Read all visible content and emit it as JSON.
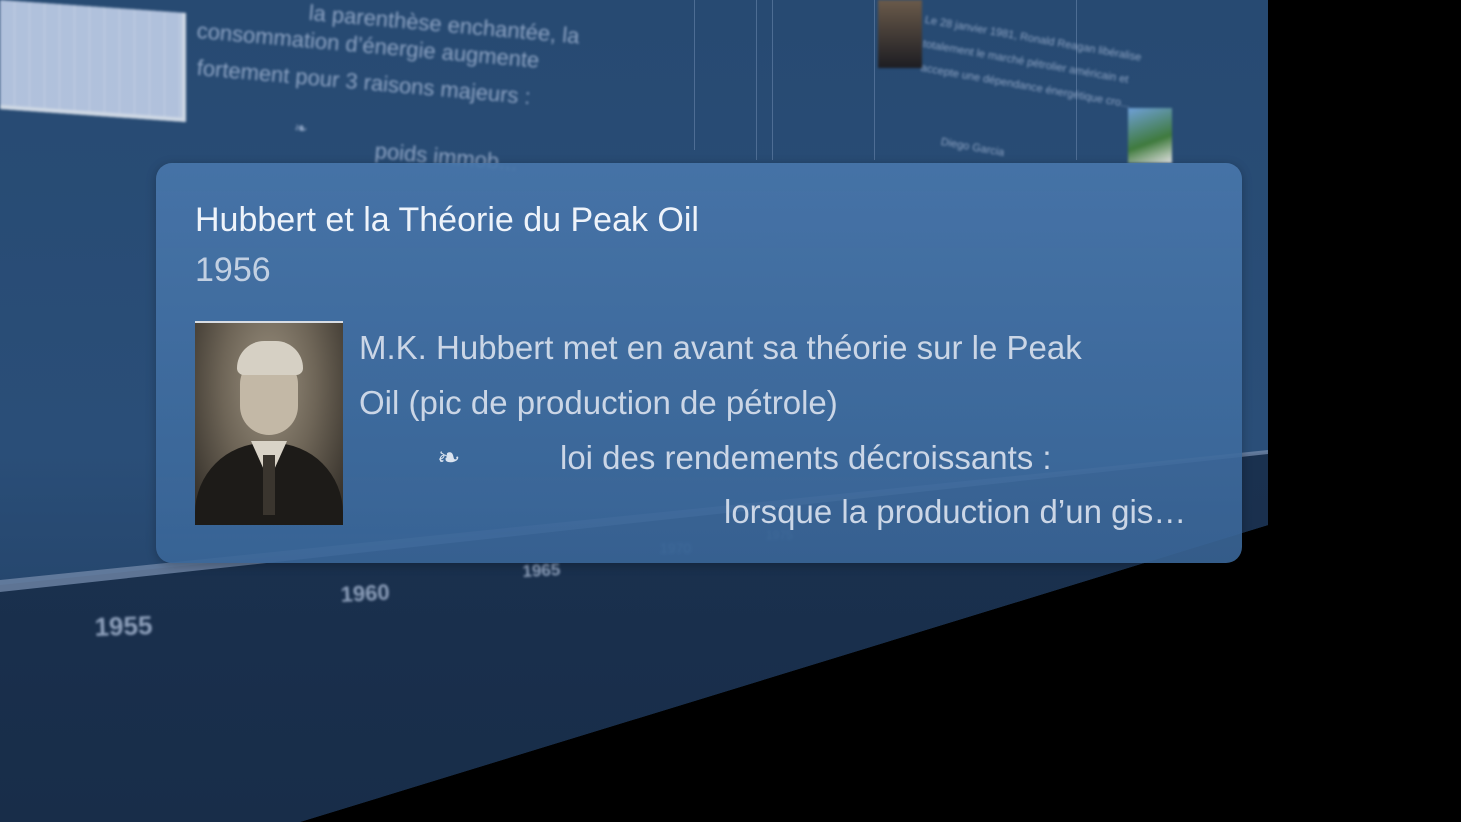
{
  "event": {
    "title": "Hubbert et la Théorie du Peak Oil",
    "year": "1956",
    "portrait_alt": "M.K. Hubbert",
    "description": {
      "line1": "M.K. Hubbert met en avant sa théorie sur le Peak",
      "line2": "Oil (pic de production de pétrole)",
      "bullet_glyph": "❧",
      "bullet_text": "loi des rendements décroissants :",
      "line4": "lorsque la production d’un gis…"
    }
  },
  "background": {
    "text_lines": [
      "la parenthèse enchantée, la",
      "consommation d’énergie augmente",
      "fortement pour 3 raisons majeurs :",
      "poids immob..."
    ],
    "bullet_glyph": "❧",
    "right_card_text": [
      "Le 28 janvier 1981, Ronald Reagan libéralise",
      "totalement le marché pétrolier américain et",
      "accepte une dépendance énergétique cro..."
    ],
    "right_card_label": "Diego Garcia",
    "timeline_ticks": [
      "1955",
      "1960",
      "1965",
      "1970",
      "1975"
    ]
  }
}
